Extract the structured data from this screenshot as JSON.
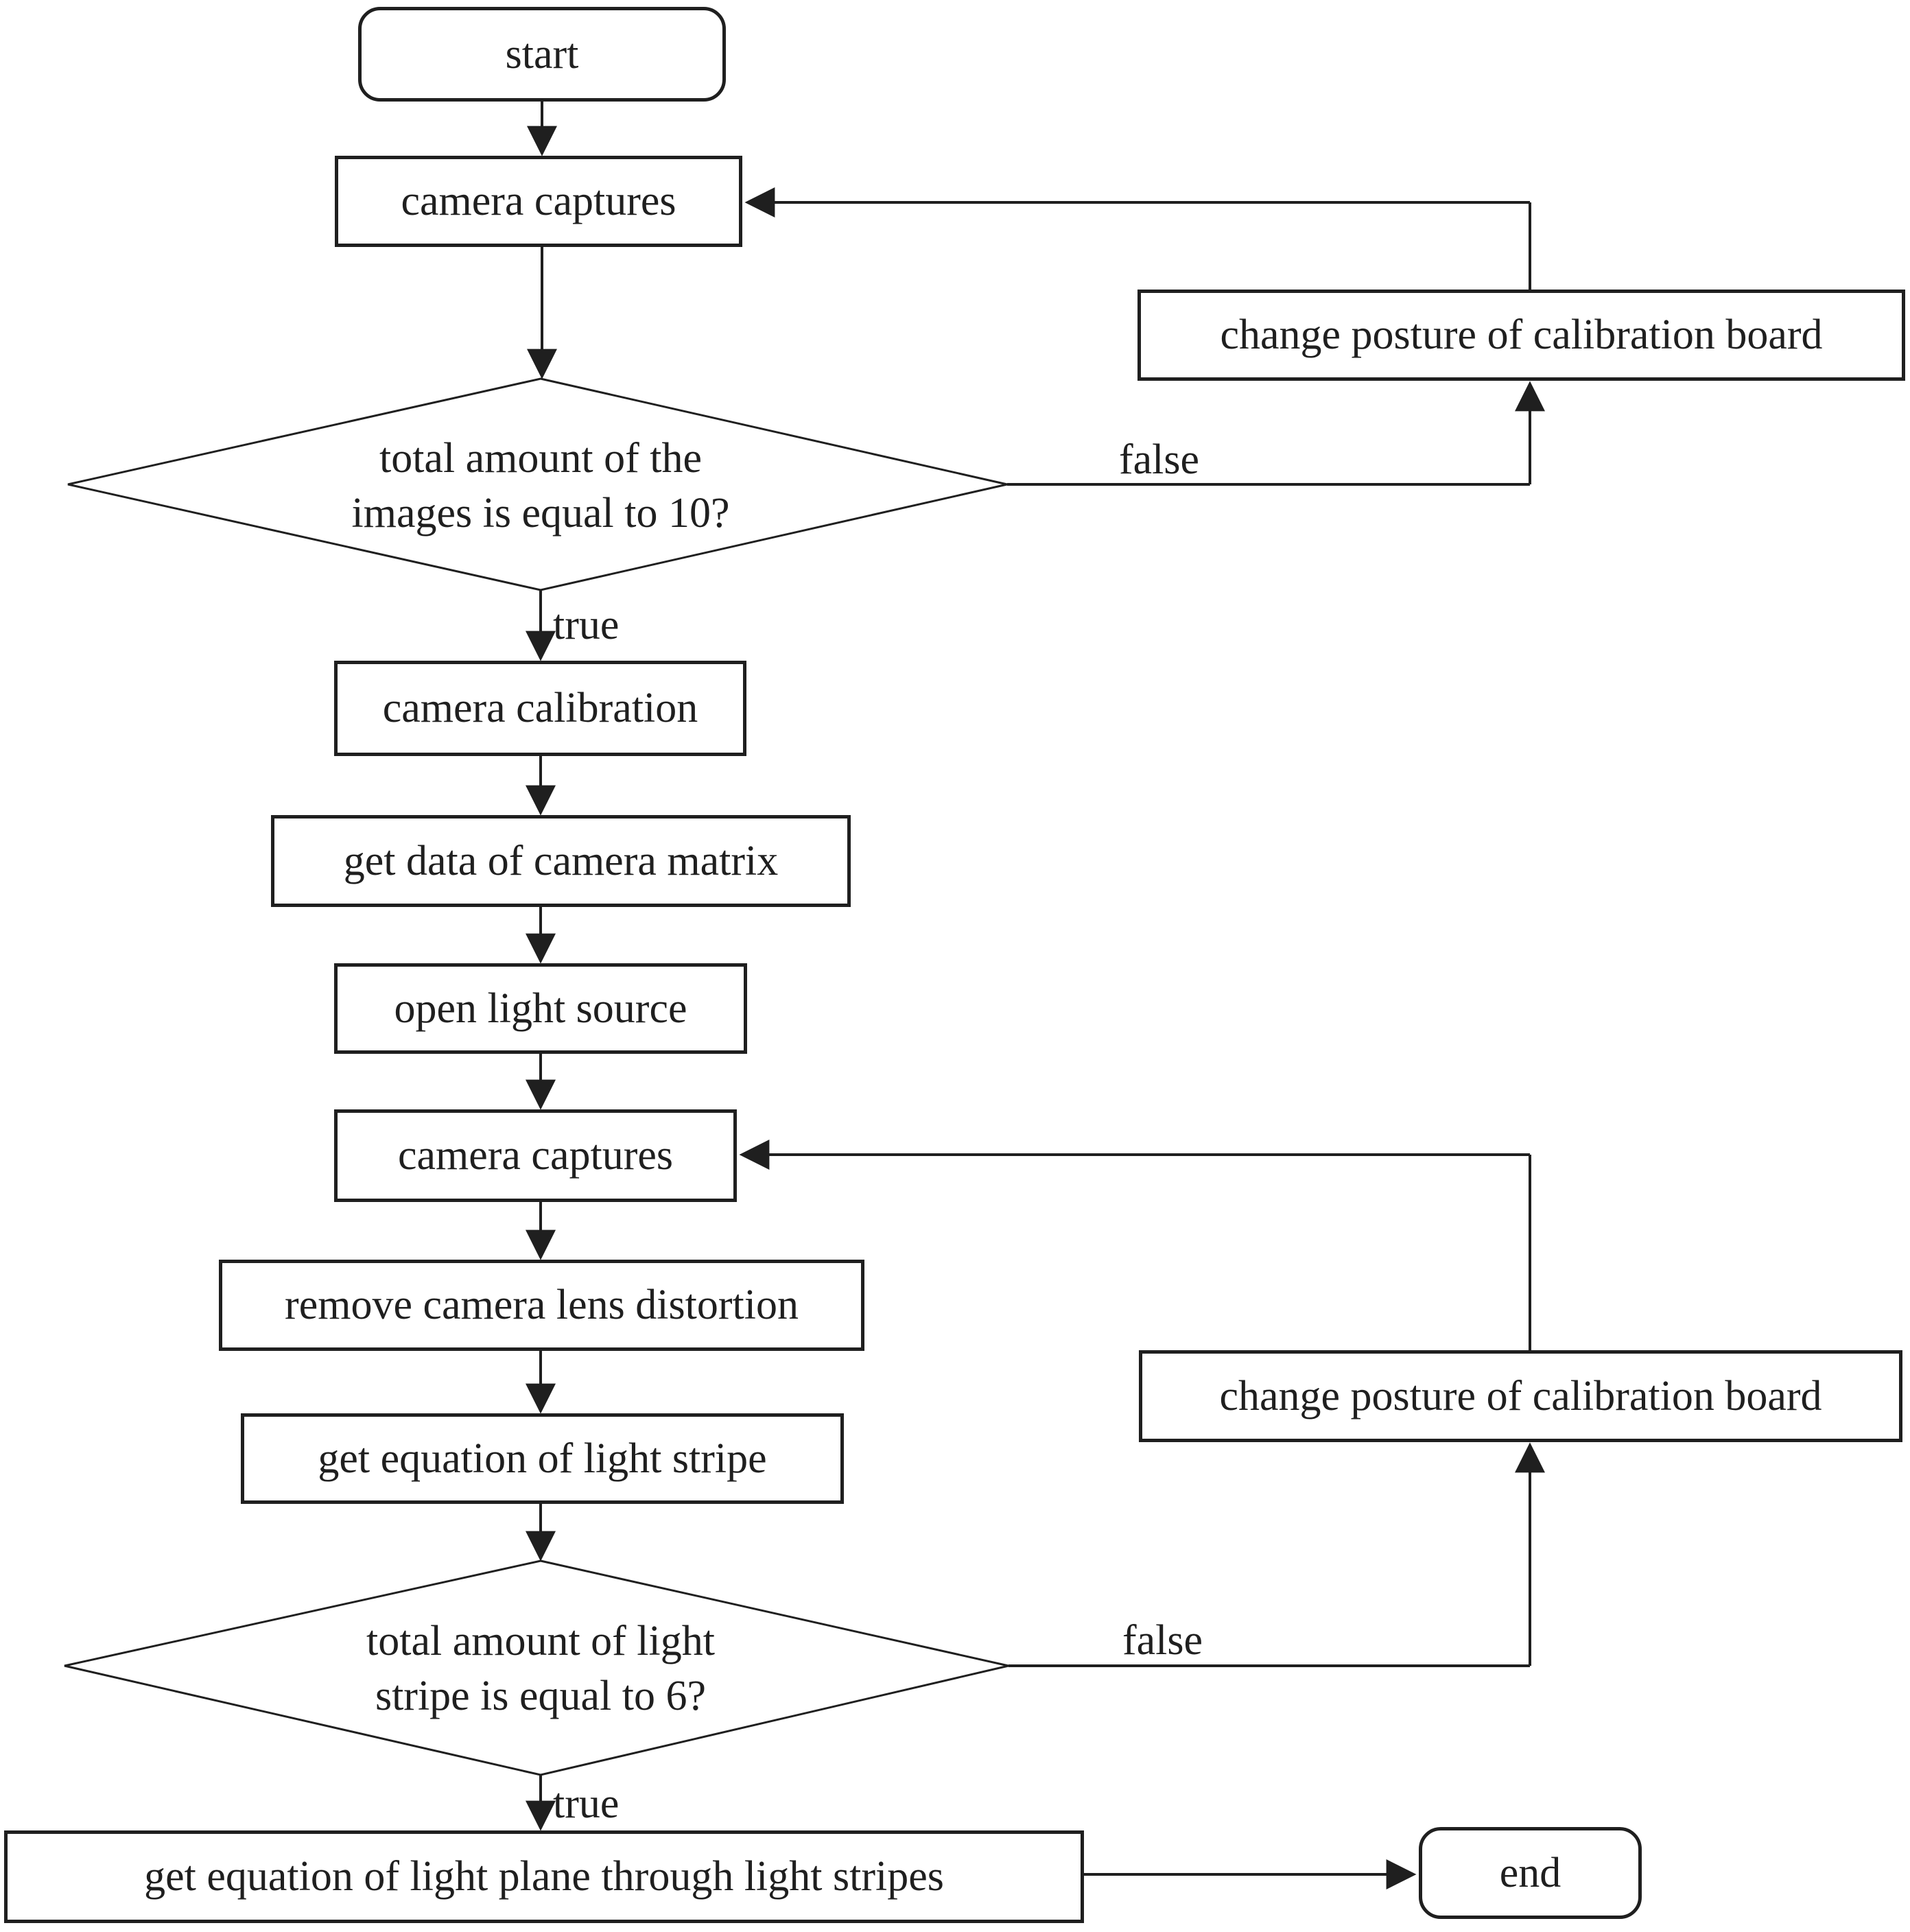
{
  "flowchart": {
    "nodes": {
      "start": {
        "label": "start"
      },
      "camera_captures_1": {
        "label": "camera captures"
      },
      "decision_images": {
        "line1": "total amount of the",
        "line2": "images is equal to 10?"
      },
      "change_posture_1": {
        "label": "change posture of calibration board"
      },
      "camera_calibration": {
        "label": "camera calibration"
      },
      "get_camera_matrix": {
        "label": "get data of camera matrix"
      },
      "open_light_source": {
        "label": "open light source"
      },
      "camera_captures_2": {
        "label": "camera captures"
      },
      "remove_distortion": {
        "label": "remove camera lens distortion"
      },
      "get_light_stripe": {
        "label": "get equation of light stripe"
      },
      "decision_stripes": {
        "line1": "total amount of light",
        "line2": "stripe is equal to 6?"
      },
      "change_posture_2": {
        "label": "change posture of calibration board"
      },
      "get_light_plane": {
        "label": "get equation of light plane through light stripes"
      },
      "end": {
        "label": "end"
      }
    },
    "edge_labels": {
      "false_1": "false",
      "true_1": "true",
      "false_2": "false",
      "true_2": "true"
    },
    "colors": {
      "stroke": "#1f1f1f",
      "background": "#ffffff"
    }
  }
}
